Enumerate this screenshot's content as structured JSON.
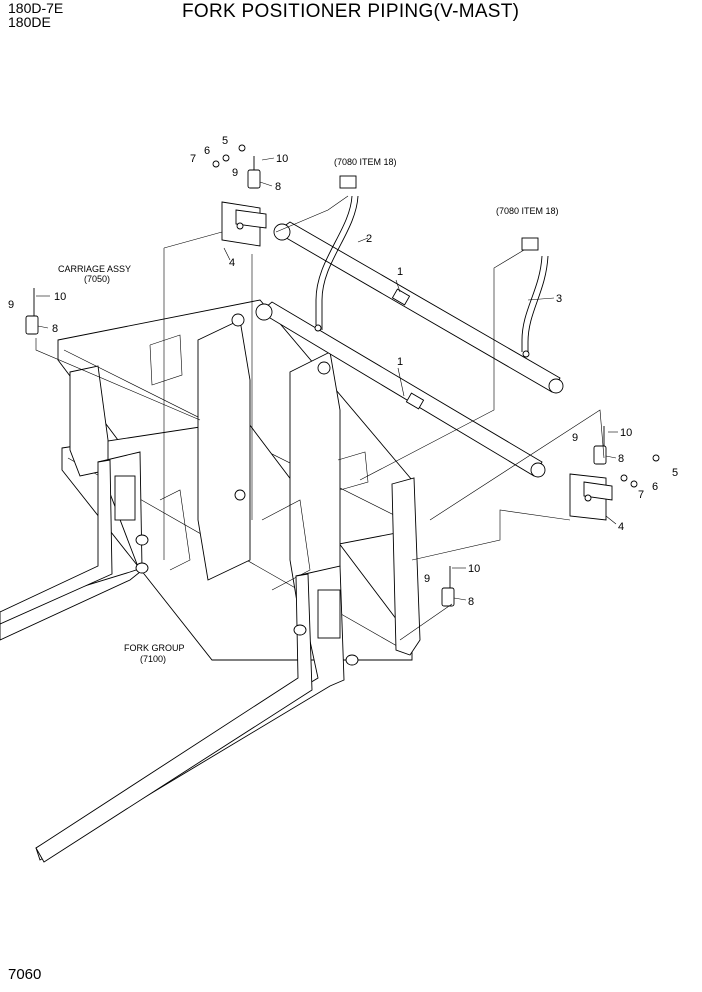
{
  "header": {
    "model_line1": "180D-7E",
    "model_line2": "180DE",
    "title": "FORK POSITIONER PIPING(V-MAST)"
  },
  "page_number": "7060",
  "references": {
    "item18_a": "(7080 ITEM 18)",
    "item18_b": "(7080 ITEM 18)",
    "carriage_name": "CARRIAGE ASSY",
    "carriage_code": "(7050)",
    "fork_name": "FORK GROUP",
    "fork_code": "(7100)"
  },
  "callouts": {
    "c1a": "1",
    "c1b": "1",
    "c2": "2",
    "c3": "3",
    "c4a": "4",
    "c4b": "4",
    "c5a": "5",
    "c5b": "5",
    "c6a": "6",
    "c6b": "6",
    "c7a": "7",
    "c7b": "7",
    "c8a": "8",
    "c8b": "8",
    "c8c": "8",
    "c8d": "8",
    "c9a": "9",
    "c9b": "9",
    "c9c": "9",
    "c9d": "9",
    "c10a": "10",
    "c10b": "10",
    "c10c": "10",
    "c10d": "10"
  }
}
